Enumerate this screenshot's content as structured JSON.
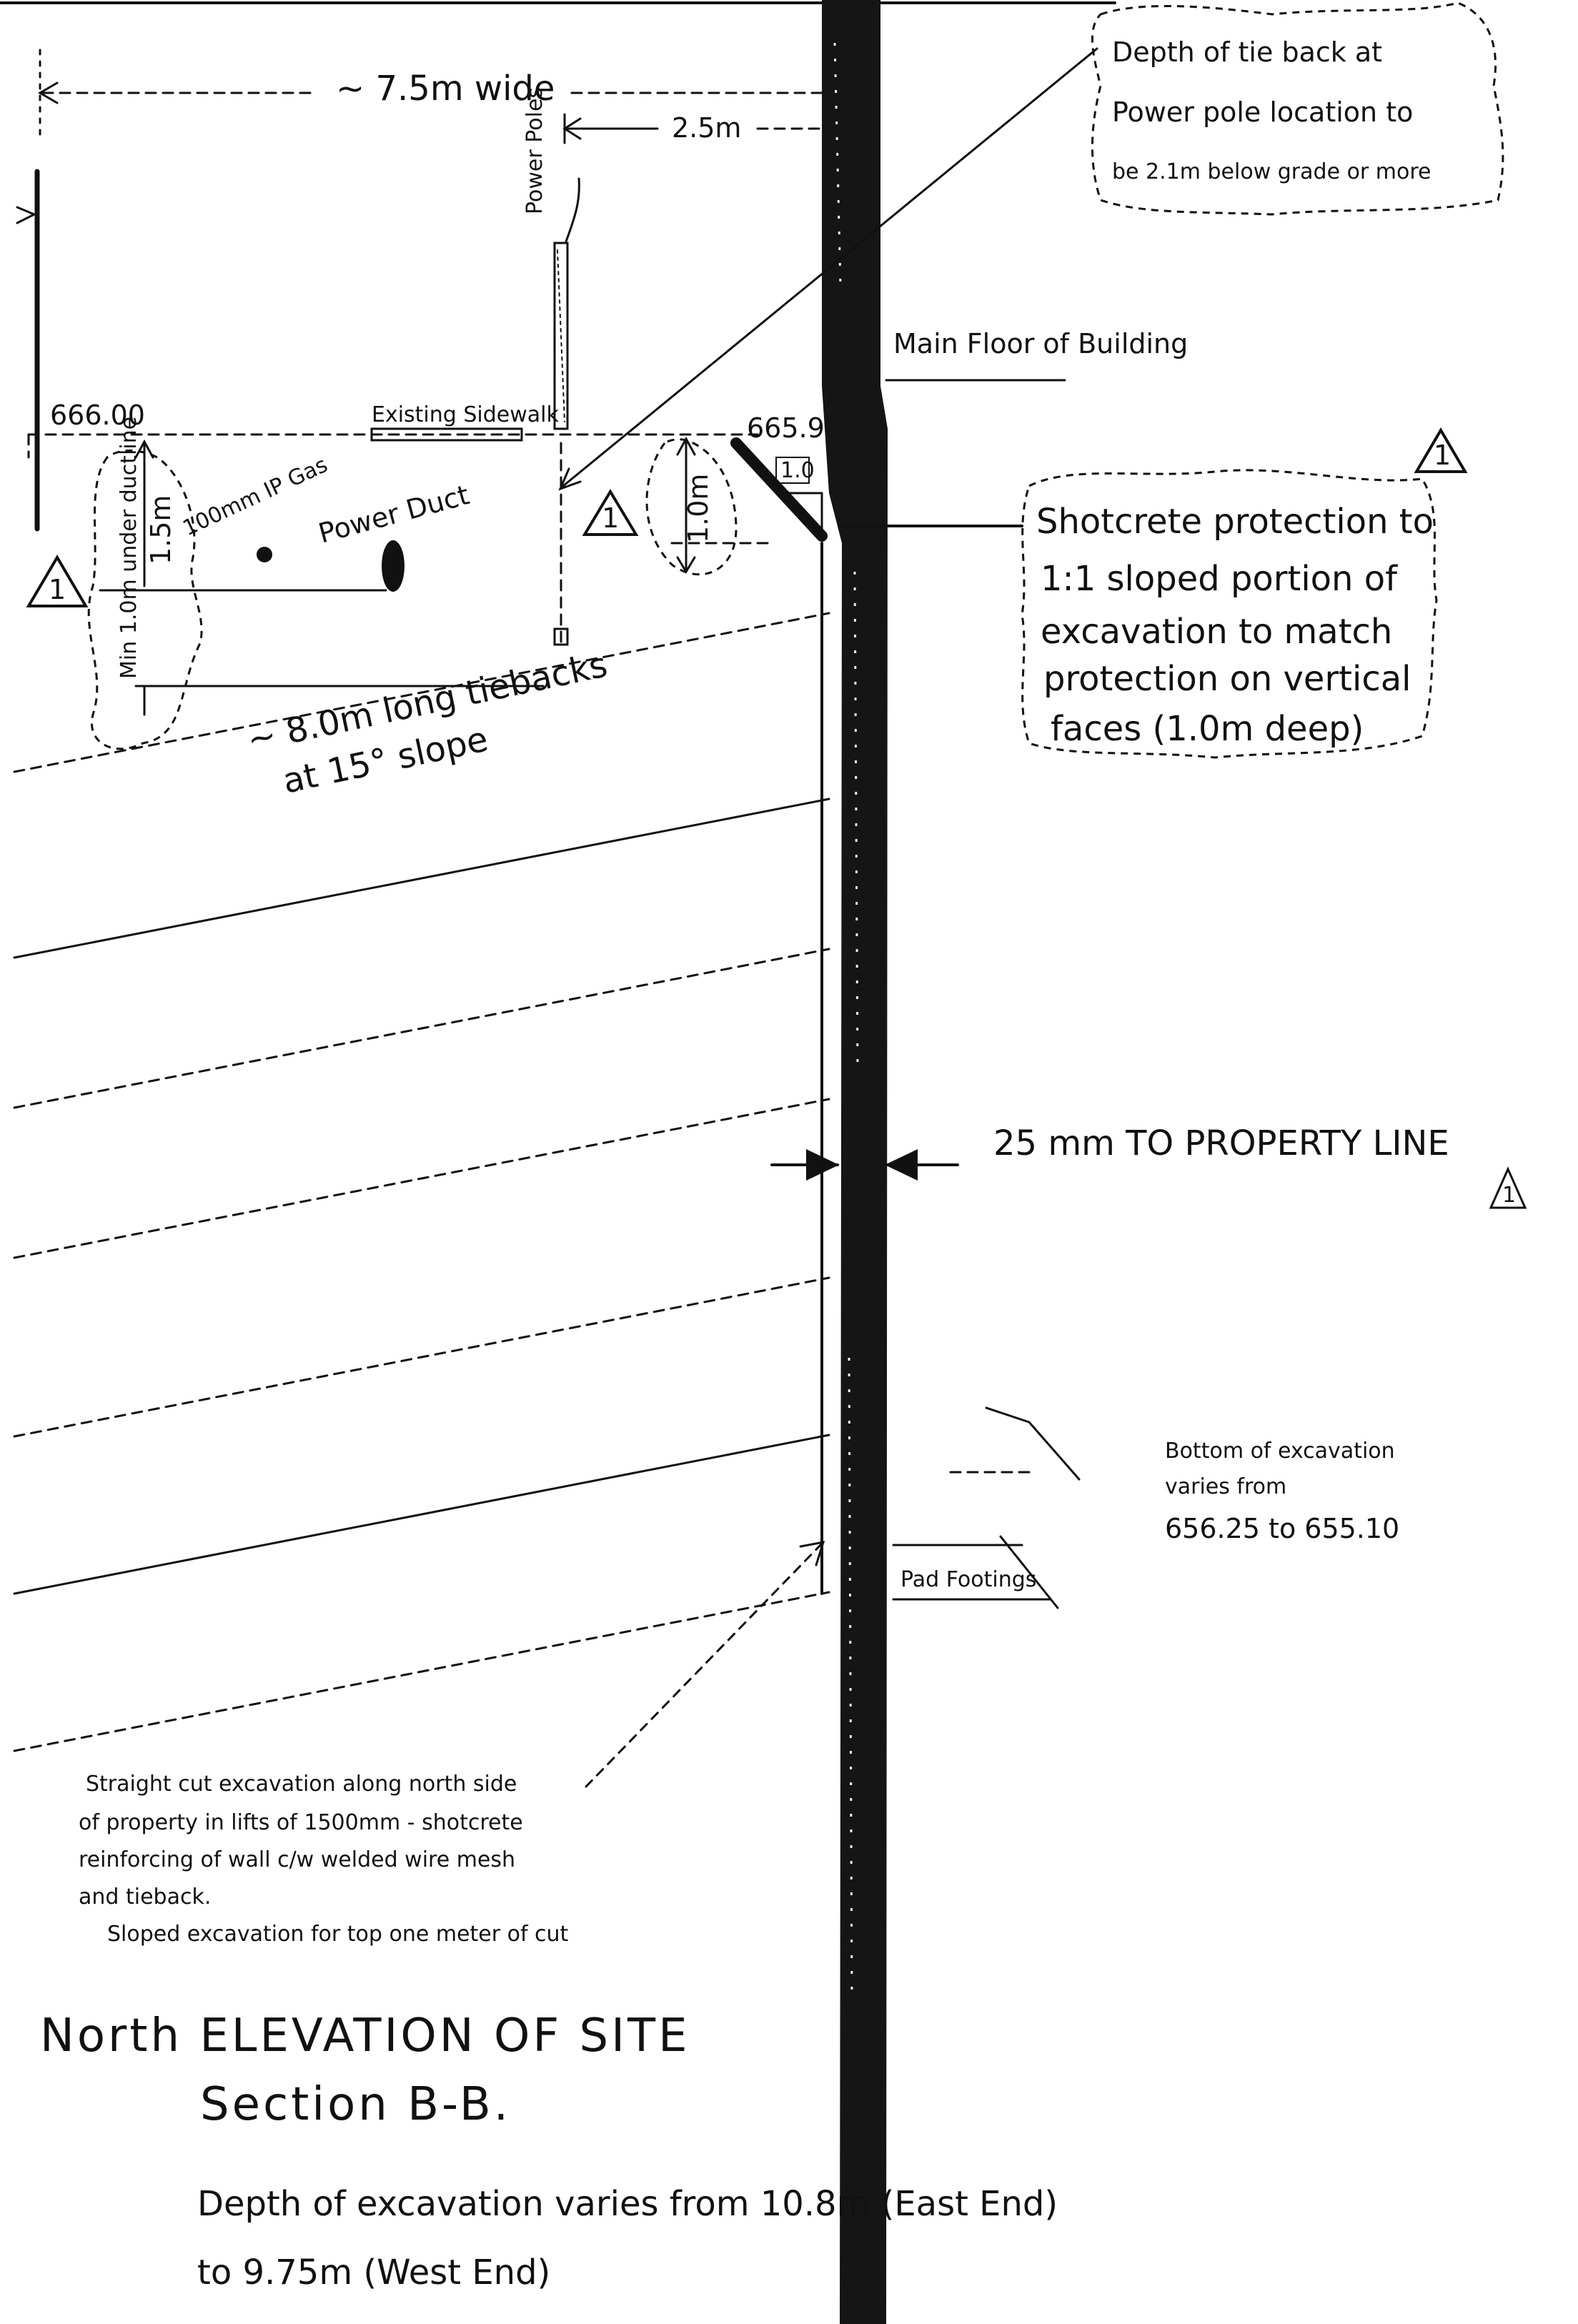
{
  "dimensions": {
    "width_label": "~ 7.5m wide",
    "offset_label": "2.5m",
    "tieback_length_label": "~ 8.0m long tiebacks",
    "tieback_slope_label": "at 15° slope",
    "depth_label": "1.5m",
    "sloped_height_label": "1.0m",
    "slope_ratio_label": "1.0",
    "min_under_duct_label": "Min 1.0m under ductline",
    "property_line_label": "25 mm TO PROPERTY LINE"
  },
  "elevations": {
    "grade_left": "666.00",
    "grade_right": "665.9"
  },
  "labels": {
    "power_poles": "Power Poles",
    "existing_sidewalk": "Existing Sidewalk",
    "gas_line": "100mm IP Gas",
    "power_duct": "Power Duct",
    "main_floor": "Main Floor of Building",
    "pad_footings": "Pad Footings"
  },
  "notes": {
    "tieback_depth": [
      "Depth of tie back at",
      "Power pole location to",
      "be 2.1m below grade or more"
    ],
    "shotcrete": [
      "Shotcrete protection to",
      "1:1 sloped portion of",
      "excavation to match",
      "protection on vertical",
      "faces (1.0m deep)"
    ],
    "excavation_bottom": [
      "Bottom of excavation",
      "varies from",
      "656.25 to 655.10"
    ],
    "straight_cut": [
      "Straight cut excavation along north side",
      "of property in lifts of 1500mm - shotcrete",
      "reinforcing of wall c/w welded wire mesh",
      "and tieback.",
      "Sloped excavation for top one meter of cut"
    ]
  },
  "revision_markers": [
    "1",
    "1",
    "1",
    "1"
  ],
  "title": {
    "main": "North ELEVATION OF SITE",
    "section": "Section B-B.",
    "depth_line1": "Depth of excavation varies from 10.8m (East End)",
    "depth_line2": "to 9.75m (West End)"
  }
}
